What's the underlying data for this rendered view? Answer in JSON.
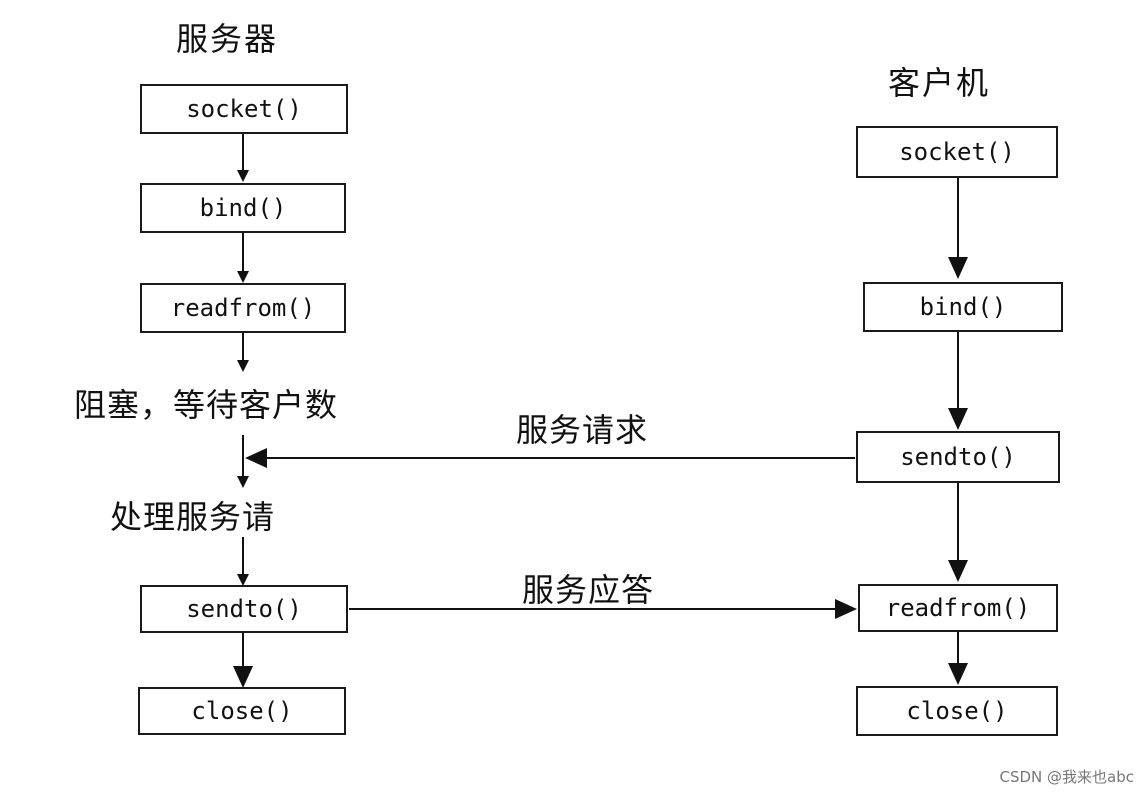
{
  "server": {
    "title": "服务器",
    "steps": [
      "socket()",
      "bind()",
      "readfrom()",
      "sendto()",
      "close()"
    ],
    "notes": {
      "blocking": "阻塞，等待客户数",
      "processing": "处理服务请"
    }
  },
  "client": {
    "title": "客户机",
    "steps": [
      "socket()",
      "bind()",
      "sendto()",
      "readfrom()",
      "close()"
    ]
  },
  "messages": {
    "request": "服务请求",
    "response": "服务应答"
  },
  "watermark": "CSDN @我来也abc"
}
